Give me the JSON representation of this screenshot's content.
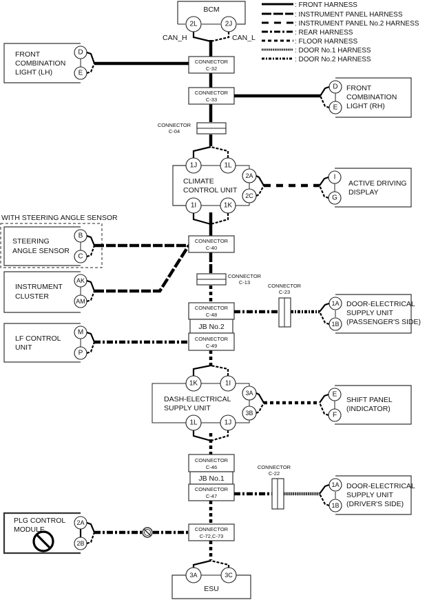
{
  "legend": [
    {
      "style": "front",
      "label": ": FRONT HARNESS"
    },
    {
      "style": "ip",
      "label": ": INSTRUMENT PANEL HARNESS"
    },
    {
      "style": "ip2",
      "label": ": INSTRUMENT PANEL No.2 HARNESS"
    },
    {
      "style": "rear",
      "label": ": REAR HARNESS"
    },
    {
      "style": "floor",
      "label": ": FLOOR HARNESS"
    },
    {
      "style": "door1",
      "label": ": DOOR No.1 HARNESS"
    },
    {
      "style": "door2",
      "label": ": DOOR No.2 HARNESS"
    }
  ],
  "modules": {
    "bcm": {
      "name": "BCM",
      "pins": [
        "2L",
        "2J"
      ],
      "can_h": "CAN_H",
      "can_l": "CAN_L"
    },
    "front_comb_lh": {
      "lines": [
        "FRONT",
        "COMBINATION",
        "LIGHT (LH)"
      ],
      "pins": [
        "D",
        "E"
      ]
    },
    "front_comb_rh": {
      "lines": [
        "FRONT",
        "COMBINATION",
        "LIGHT (RH)"
      ],
      "pins": [
        "D",
        "E"
      ]
    },
    "climate": {
      "lines": [
        "CLIMATE",
        "CONTROL UNIT"
      ],
      "pins": [
        "1J",
        "1L",
        "2A",
        "2C",
        "1I",
        "1K"
      ]
    },
    "active_display": {
      "lines": [
        "ACTIVE DRIVING",
        "DISPLAY"
      ],
      "pins": [
        "I",
        "G"
      ]
    },
    "steering_group_label": "WITH STEERING ANGLE SENSOR",
    "steering": {
      "lines": [
        "STEERING",
        "ANGLE SENSOR"
      ],
      "pins": [
        "B",
        "C"
      ]
    },
    "cluster": {
      "lines": [
        "INSTRUMENT",
        "CLUSTER"
      ],
      "pins": [
        "AK",
        "AM"
      ]
    },
    "door_pass": {
      "lines": [
        "DOOR-ELECTRICAL",
        "SUPPLY UNIT",
        "(PASSENGER'S SIDE)"
      ],
      "pins": [
        "1A",
        "1B"
      ]
    },
    "lf": {
      "lines": [
        "LF CONTROL",
        "UNIT"
      ],
      "pins": [
        "M",
        "P"
      ]
    },
    "dash": {
      "lines": [
        "DASH-ELECTRICAL",
        "SUPPLY UNIT"
      ],
      "pins": [
        "1K",
        "1I",
        "3A",
        "3B",
        "1L",
        "1J"
      ]
    },
    "shift": {
      "lines": [
        "SHIFT PANEL",
        "(INDICATOR)"
      ],
      "pins": [
        "E",
        "F"
      ]
    },
    "door_drv": {
      "lines": [
        "DOOR-ELECTRICAL",
        "SUPPLY UNIT",
        "(DRIVER'S SIDE)"
      ],
      "pins": [
        "1A",
        "1B"
      ]
    },
    "plg": {
      "lines": [
        "PLG CONTROL",
        "MODULE"
      ],
      "pins": [
        "2A",
        "2B"
      ]
    },
    "esu": {
      "name": "ESU",
      "pins": [
        "3A",
        "3C"
      ]
    }
  },
  "connectors": {
    "c32": {
      "word": "CONNECTOR",
      "id": "C-32"
    },
    "c33": {
      "word": "CONNECTOR",
      "id": "C-33"
    },
    "c04": {
      "word": "CONNECTOR",
      "id": "C-04"
    },
    "c40": {
      "word": "CONNECTOR",
      "id": "C-40"
    },
    "c13": {
      "word": "CONNECTOR",
      "id": "C-13"
    },
    "c23": {
      "word": "CONNECTOR",
      "id": "C-23"
    },
    "c48": {
      "word": "CONNECTOR",
      "id": "C-48"
    },
    "jb2": {
      "word": "JB No.2"
    },
    "c49": {
      "word": "CONNECTOR",
      "id": "C-49"
    },
    "c46": {
      "word": "CONNECTOR",
      "id": "C-46"
    },
    "jb1": {
      "word": "JB No.1"
    },
    "c47": {
      "word": "CONNECTOR",
      "id": "C-47"
    },
    "c22": {
      "word": "CONNECTOR",
      "id": "C-22"
    },
    "c72": {
      "word": "CONNECTOR",
      "id": "C-72,C-73"
    }
  }
}
